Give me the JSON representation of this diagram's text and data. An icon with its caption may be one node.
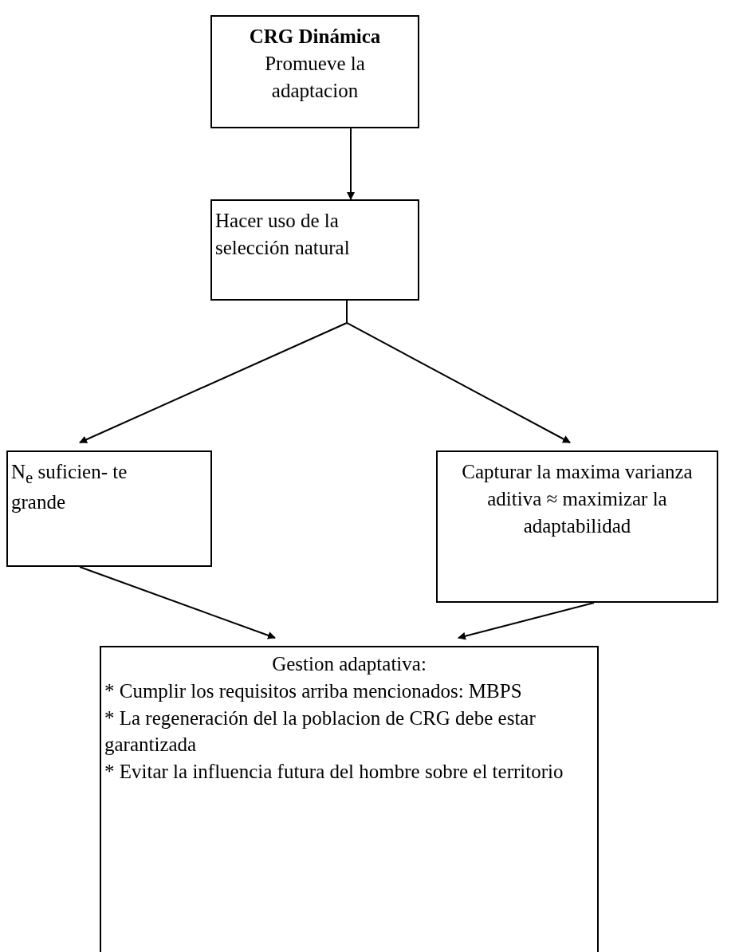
{
  "diagram": {
    "nodes": [
      {
        "text": [
          "CRG Dinámica",
          "Promueve la adaptacion"
        ]
      },
      {
        "text": [
          "Hacer uso de la selección natural"
        ]
      },
      {
        "text": [
          "N$_{e}$ suficien- te grande"
        ]
      },
      {
        "text": [
          "Capturar la maxima varianza aditiva ≈ maximizar la adaptabilidad"
        ]
      },
      {
        "text": [
          "Gestion adaptativa:",
          "* Cumplir los requisitos arriba mencionados: MBPS",
          "* La regeneración del la poblacion de CRG debe estar garantizada",
          "* Evitar la influencia futura del hombre sobre el territorio"
        ]
      }
    ],
    "edges": [
      {
        "from": 0,
        "to": 1,
        "arrow": "to"
      },
      {
        "from": 1,
        "to": 2,
        "arrow": "to"
      },
      {
        "from": 1,
        "to": 3,
        "arrow": "to"
      },
      {
        "from": 2,
        "to": 4,
        "arrow": "to"
      },
      {
        "from": 3,
        "to": 4,
        "arrow": "to"
      }
    ]
  }
}
